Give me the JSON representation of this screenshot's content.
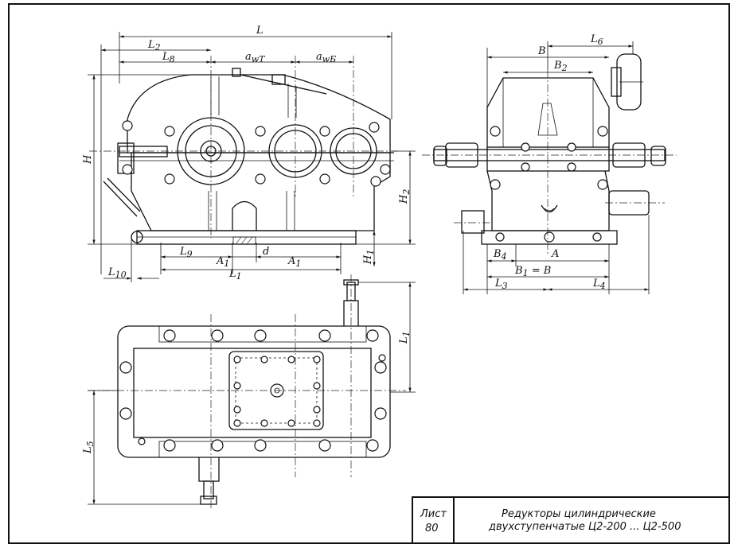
{
  "front_view": {
    "dims": {
      "L": "L",
      "L2": "L",
      "L2_sub": "2",
      "L8": "L",
      "L8_sub": "8",
      "awt": "a",
      "awt_sub": "wT",
      "awb": "a",
      "awb_sub": "wБ",
      "H": "H",
      "H2": "H",
      "H2_sub": "2",
      "H1": "H",
      "H1_sub": "1",
      "L9": "L",
      "L9_sub": "9",
      "A1a": "A",
      "A1a_sub": "1",
      "d": "d",
      "A1b": "A",
      "A1b_sub": "1",
      "L1": "L",
      "L1_sub": "1",
      "L10": "L",
      "L10_sub": "10"
    }
  },
  "side_view": {
    "dims": {
      "B": "B",
      "L6": "L",
      "L6_sub": "6",
      "B2": "B",
      "B2_sub": "2",
      "B4": "B",
      "B4_sub": "4",
      "A": "A",
      "B1eqB": "B",
      "B1eqB_sub": "1",
      "B1eqB_rest": " = B",
      "L3": "L",
      "L3_sub": "3",
      "L4": "L",
      "L4_sub": "4"
    }
  },
  "top_view": {
    "dims": {
      "L1": "L",
      "L1_sub": "1",
      "L5": "L",
      "L5_sub": "5"
    }
  },
  "title_block": {
    "sheet_label": "Лист",
    "sheet_number": "80",
    "title_line1": "Редукторы цилиндрические",
    "title_line2": "двухступенчатые  Ц2-200 ... Ц2-500"
  }
}
